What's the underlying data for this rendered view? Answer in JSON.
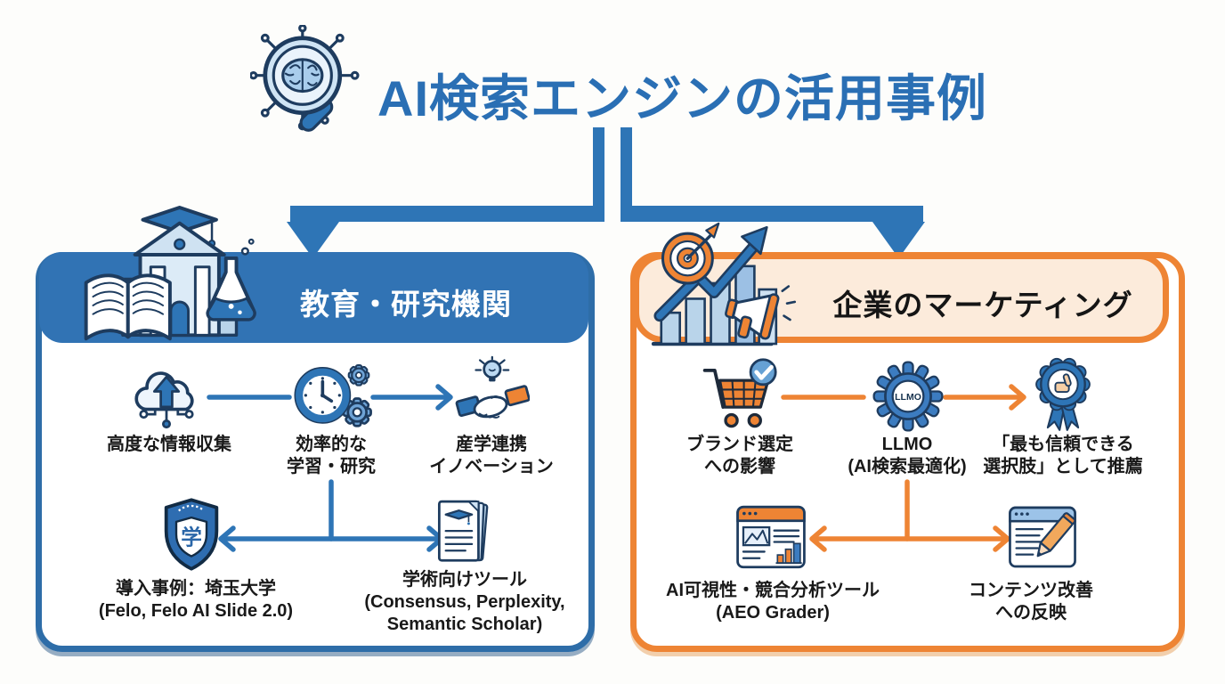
{
  "title": {
    "text": "AI検索エンジンの活用事例",
    "icon": "brain-search-magnifier-icon"
  },
  "colors": {
    "blue": "#2e75b6",
    "navy": "#1e3c5f",
    "header_blue": "#3173b4",
    "orange": "#ee8434",
    "peach": "#fcebdb",
    "text": "#191919",
    "title_blue": "#2a6fb4"
  },
  "panels": [
    {
      "id": "education",
      "header": {
        "label": "教育・研究機関",
        "icon": "school-research-icon"
      },
      "steps": [
        {
          "icon": "cloud-upload-icon",
          "lines": [
            "高度な情報収集"
          ]
        },
        {
          "icon": "clock-gears-icon",
          "lines": [
            "効率的な",
            "学習・研究"
          ]
        },
        {
          "icon": "handshake-idea-icon",
          "lines": [
            "産学連携",
            "イノベーション"
          ]
        }
      ],
      "branches": [
        {
          "icon": "university-shield-icon",
          "icon_text": "学",
          "lines": [
            "導入事例：埼玉大学",
            "(Felo, Felo AI Slide 2.0)"
          ]
        },
        {
          "icon": "academic-papers-icon",
          "lines": [
            "学術向けツール",
            "(Consensus, Perplexity,",
            "Semantic Scholar)"
          ]
        }
      ]
    },
    {
      "id": "marketing",
      "header": {
        "label": "企業のマーケティング",
        "icon": "target-growth-megaphone-icon"
      },
      "steps": [
        {
          "icon": "cart-check-icon",
          "lines": [
            "ブランド選定",
            "への影響"
          ]
        },
        {
          "icon": "llmo-gear-icon",
          "icon_text": "LLMO",
          "lines": [
            "LLMO",
            "(AI検索最適化)"
          ]
        },
        {
          "icon": "award-thumbsup-icon",
          "lines": [
            "「最も信頼できる",
            "選択肢」として推薦"
          ]
        }
      ],
      "branches": [
        {
          "icon": "analytics-dashboard-icon",
          "lines": [
            "AI可視性・競合分析ツール",
            "(AEO Grader)"
          ]
        },
        {
          "icon": "content-edit-icon",
          "lines": [
            "コンテンツ改善",
            "への反映"
          ]
        }
      ]
    }
  ]
}
